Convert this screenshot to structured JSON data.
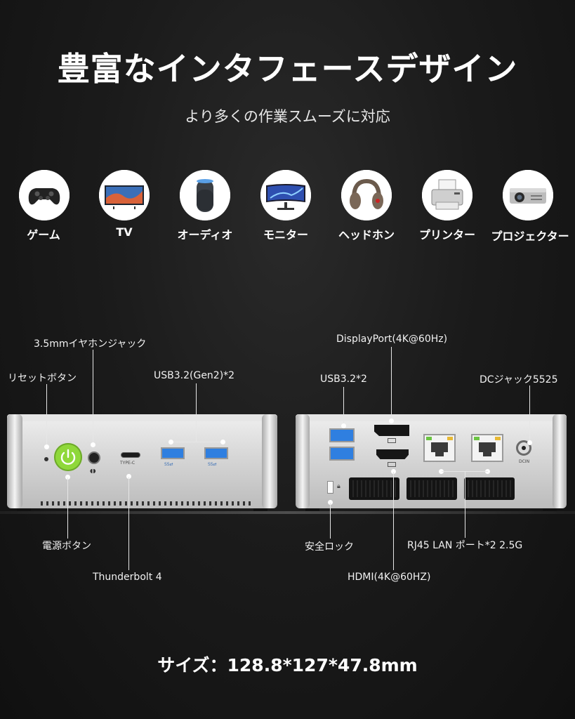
{
  "header": {
    "title": "豊富なインタフェースデザイン",
    "subtitle": "より多くの作業スムーズに対応"
  },
  "devices": [
    {
      "label": "ゲーム",
      "icon": "gamepad-icon"
    },
    {
      "label": "TV",
      "icon": "tv-icon"
    },
    {
      "label": "オーディオ",
      "icon": "speaker-icon"
    },
    {
      "label": "モニター",
      "icon": "monitor-icon"
    },
    {
      "label": "ヘッドホン",
      "icon": "headphones-icon"
    },
    {
      "label": "プリンター",
      "icon": "printer-icon"
    },
    {
      "label": "プロジェクター",
      "icon": "projector-icon"
    }
  ],
  "front_panel": {
    "callouts": {
      "audio_jack": "3.5mmイヤホンジャック",
      "reset": "リセットボタン",
      "usb": "USB3.2(Gen2)*2",
      "power": "電源ボタン",
      "thunderbolt": "Thunderbolt 4"
    },
    "port_text": {
      "typec": "TYPE-C",
      "ss1": "SS⇄",
      "ss2": "SS⇄"
    }
  },
  "rear_panel": {
    "callouts": {
      "displayport": "DisplayPort(4K@60Hz)",
      "usb": "USB3.2*2",
      "dc": "DCジャック5525",
      "lock": "安全ロック",
      "rj45": "RJ45 LAN ポート*2 2.5G",
      "hdmi": "HDMI(4K@60HZ)"
    },
    "port_text": {
      "dc_mark": "DCIN"
    }
  },
  "footer": {
    "size_text": "サイズ：128.8*127*47.8mm"
  },
  "colors": {
    "power_button": "#8fd83a",
    "usb_blue": "#2f7fe0",
    "chassis": "#d8d8d8"
  }
}
